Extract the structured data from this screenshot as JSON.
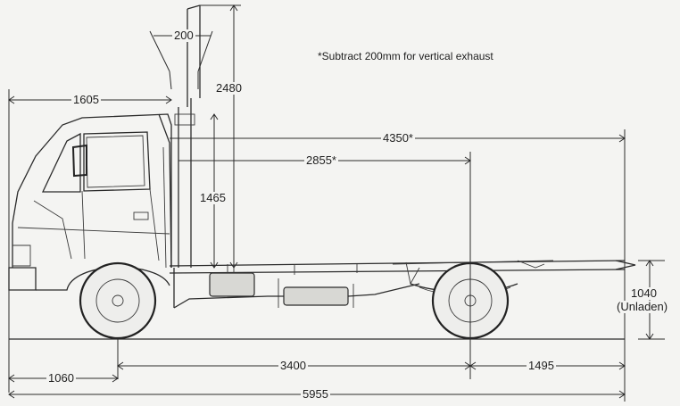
{
  "note": "*Subtract 200mm for vertical exhaust",
  "dimensions": {
    "exhaust_offset": "200",
    "exhaust_height": "2480",
    "cab_length": "1605",
    "frame_overall": "4350*",
    "cab_to_axle": "2855*",
    "cab_height": "1465",
    "frame_height": "1040",
    "frame_height_note": "(Unladen)",
    "front_overhang": "1060",
    "wheelbase": "3400",
    "rear_overhang": "1495",
    "overall_length": "5955"
  }
}
